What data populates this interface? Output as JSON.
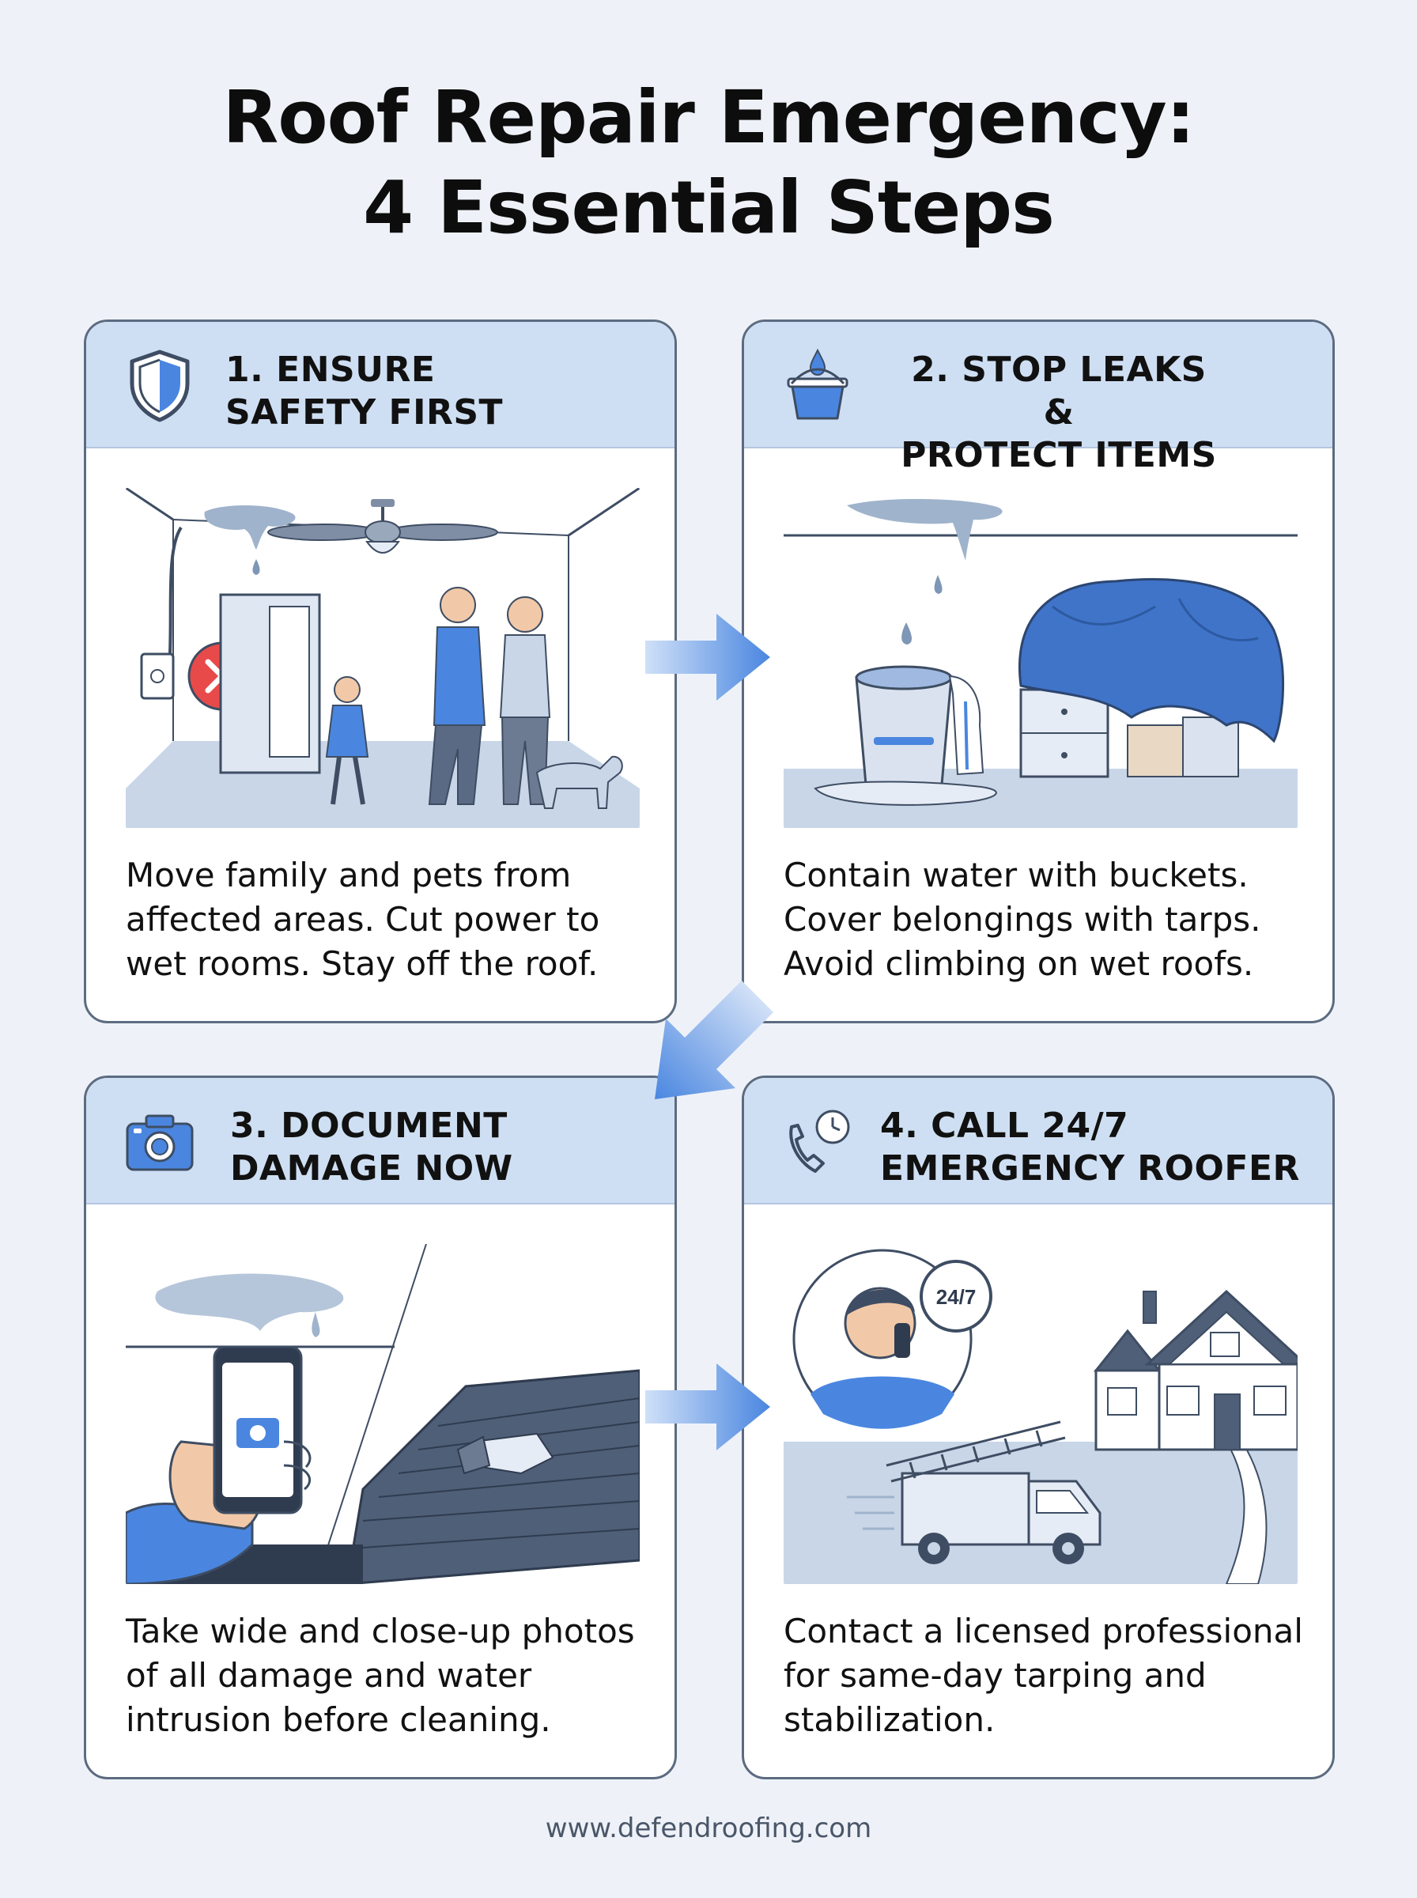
{
  "title": {
    "line1": "Roof Repair Emergency:",
    "line2": "4 Essential Steps"
  },
  "steps": [
    {
      "title_line1": "1. ENSURE",
      "title_line2": "SAFETY FIRST",
      "icon": "shield-icon",
      "description": "Move family and pets from affected areas. Cut power to wet rooms. Stay off the roof."
    },
    {
      "title_line1": "2. STOP LEAKS &",
      "title_line2": "PROTECT ITEMS",
      "icon": "bucket-drop-icon",
      "description": "Contain water with buckets. Cover belongings with tarps. Avoid climbing on wet roofs."
    },
    {
      "title_line1": "3. DOCUMENT",
      "title_line2": "DAMAGE NOW",
      "icon": "camera-icon",
      "description": "Take wide and close-up photos of all damage and water intrusion before cleaning."
    },
    {
      "title_line1": "4. CALL 24/7",
      "title_line2": "EMERGENCY ROOFER",
      "icon": "phone-clock-icon",
      "description": "Contact a licensed professional for same-day tarping and stabilization.",
      "badge": "24/7"
    }
  ],
  "footer": "www.defendroofing.com",
  "colors": {
    "background": "#eef2f8",
    "header": "#cfdff3",
    "accent": "#4a86e0",
    "border": "#5c6b80"
  }
}
